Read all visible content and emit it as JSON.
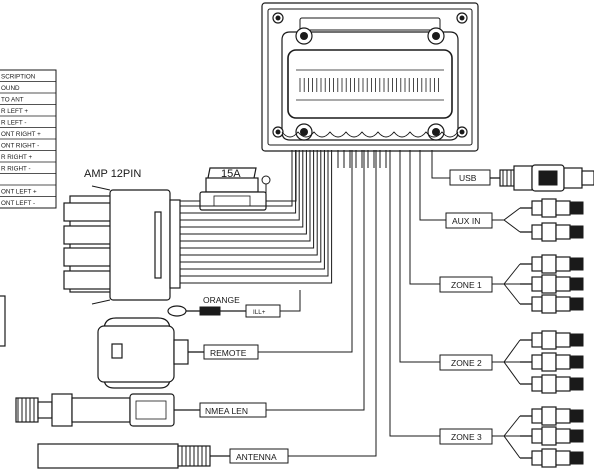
{
  "pin_table": {
    "rows": [
      "SCRIPTION",
      "OUND",
      "TO ANT",
      "R LEFT +",
      "R LEFT -",
      "ONT RIGHT +",
      "ONT RIGHT -",
      "R RIGHT +",
      "R RIGHT -",
      "",
      "ONT LEFT +",
      "ONT LEFT -"
    ]
  },
  "connectors": {
    "amp": "AMP 12PIN",
    "fuse": "15A",
    "orange": "ORANGE",
    "ill": "ILL+",
    "remote": "REMOTE",
    "nmea": "NMEA LEN",
    "antenna": "ANTENNA",
    "usb": "USB",
    "aux": "AUX IN",
    "zone1": "ZONE 1",
    "zone2": "ZONE 2",
    "zone3": "ZONE 3"
  },
  "colors": {
    "ink": "#1a1a1a",
    "paper": "#ffffff"
  }
}
